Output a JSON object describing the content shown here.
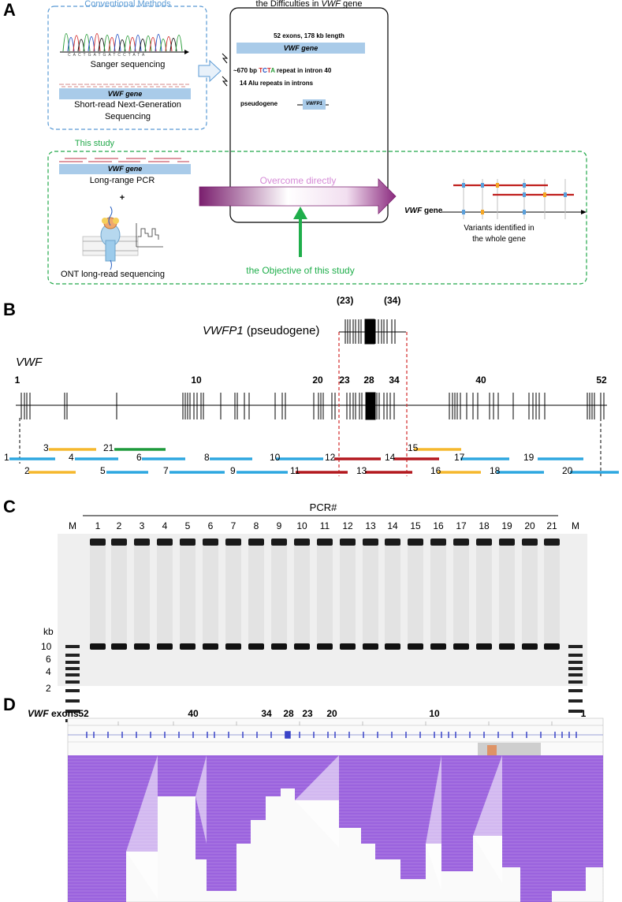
{
  "panelA": {
    "letter": "A",
    "conventional_title": "Conventional Methods",
    "sanger_seq": "CACTGATGATCCTATA",
    "sanger_label": "Sanger sequencing",
    "vwf_gene_label": "VWF gene",
    "short_read_label_1": "Short-read Next-Generation",
    "short_read_label_2": "Sequencing",
    "difficulties_title": "the Difficulties in VWF gene",
    "exons_length": "52 exons, 178 kb length",
    "repeat_text_prefix": "~670 bp ",
    "repeat_T1": "T",
    "repeat_C": "C",
    "repeat_T2": "T",
    "repeat_A": "A",
    "repeat_text_suffix": " repeat in intron 40",
    "alu_text": "14 Alu repeats in introns",
    "pseudogene_label": "pseudogene",
    "vwfp1_label": "VWFP1",
    "this_study_title": "This study",
    "long_range_label": "Long-range PCR",
    "plus": "+",
    "ont_label": "ONT long-read sequencing",
    "overcome_label": "Overcome directly",
    "objective_label": "the Objective of this study",
    "vwf_gene_axis_label": "VWF gene",
    "variants_label_1": "Variants identified in",
    "variants_label_2": "the whole gene",
    "colors": {
      "blue_dash": "#5b9bd5",
      "green_dash": "#22a84a",
      "gene_bar": "#a9cbe9",
      "purple": "#7a1f6e",
      "pink_text": "#d58ad6",
      "green_arrow": "#1fae4b"
    }
  },
  "panelB": {
    "letter": "B",
    "pseudo_name": "VWFP1",
    "pseudo_suffix": " (pseudogene)",
    "pseudo_left_label": "(23)",
    "pseudo_right_label": "(34)",
    "gene_label": "VWF",
    "exon_numbers": [
      "1",
      "10",
      "20",
      "23",
      "28",
      "34",
      "40",
      "52"
    ],
    "pcr_labels": [
      "1",
      "2",
      "3",
      "4",
      "5",
      "6",
      "7",
      "8",
      "9",
      "10",
      "11",
      "12",
      "13",
      "14",
      "15",
      "16",
      "17",
      "18",
      "19",
      "20",
      "21"
    ],
    "colors": {
      "blue": "#2ea7e0",
      "yellow": "#f5b82e",
      "red": "#b3191f",
      "green": "#1e9a3c",
      "dash_red": "#d32a2a"
    }
  },
  "panelC": {
    "letter": "C",
    "pcr_title": "PCR#",
    "marker": "M",
    "lane_labels": [
      "1",
      "2",
      "3",
      "4",
      "5",
      "6",
      "7",
      "8",
      "9",
      "10",
      "11",
      "12",
      "13",
      "14",
      "15",
      "16",
      "17",
      "18",
      "19",
      "20",
      "21"
    ],
    "kb_label": "kb",
    "sizes": [
      "10",
      "6",
      "4",
      "2"
    ]
  },
  "panelD": {
    "letter": "D",
    "exons_prefix": "VWF",
    "exons_suffix": " exons",
    "exon_numbers": [
      "52",
      "40",
      "34",
      "28",
      "23",
      "20",
      "10",
      "1"
    ],
    "colors": {
      "reads": "#8a48d8",
      "reads_dark": "#6a2cb4"
    }
  }
}
